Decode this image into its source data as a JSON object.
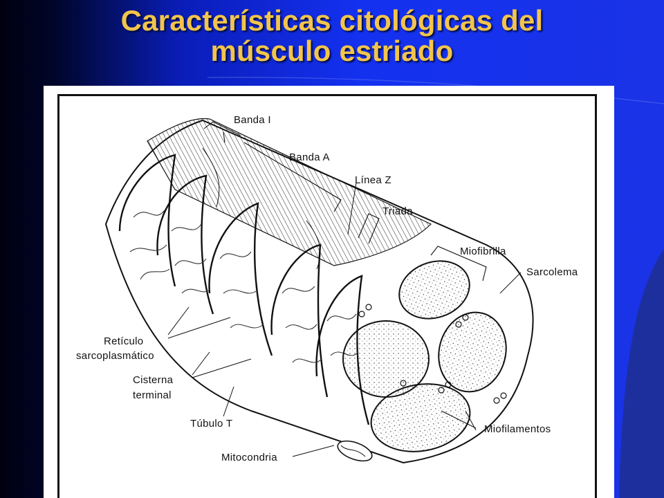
{
  "slide": {
    "title_line1": "Características citológicas del",
    "title_line2": "músculo estriado"
  },
  "labels": {
    "banda_i": "Banda I",
    "banda_a": "Banda A",
    "linea_z": "Línea Z",
    "triada": "Triada",
    "miofibrilla": "Miofibrilla",
    "sarcolema": "Sarcolema",
    "reticulo_1": "Retículo",
    "reticulo_2": "sarcoplasmático",
    "cisterna_1": "Cisterna",
    "cisterna_2": "terminal",
    "tubulo_t": "Túbulo T",
    "miofilamentos": "Miofilamentos",
    "mitocondria": "Mitocondria"
  },
  "colors": {
    "title": "#f2c44c",
    "background_blue": "#1a33e6",
    "panel": "#ffffff",
    "ink": "#111111"
  }
}
